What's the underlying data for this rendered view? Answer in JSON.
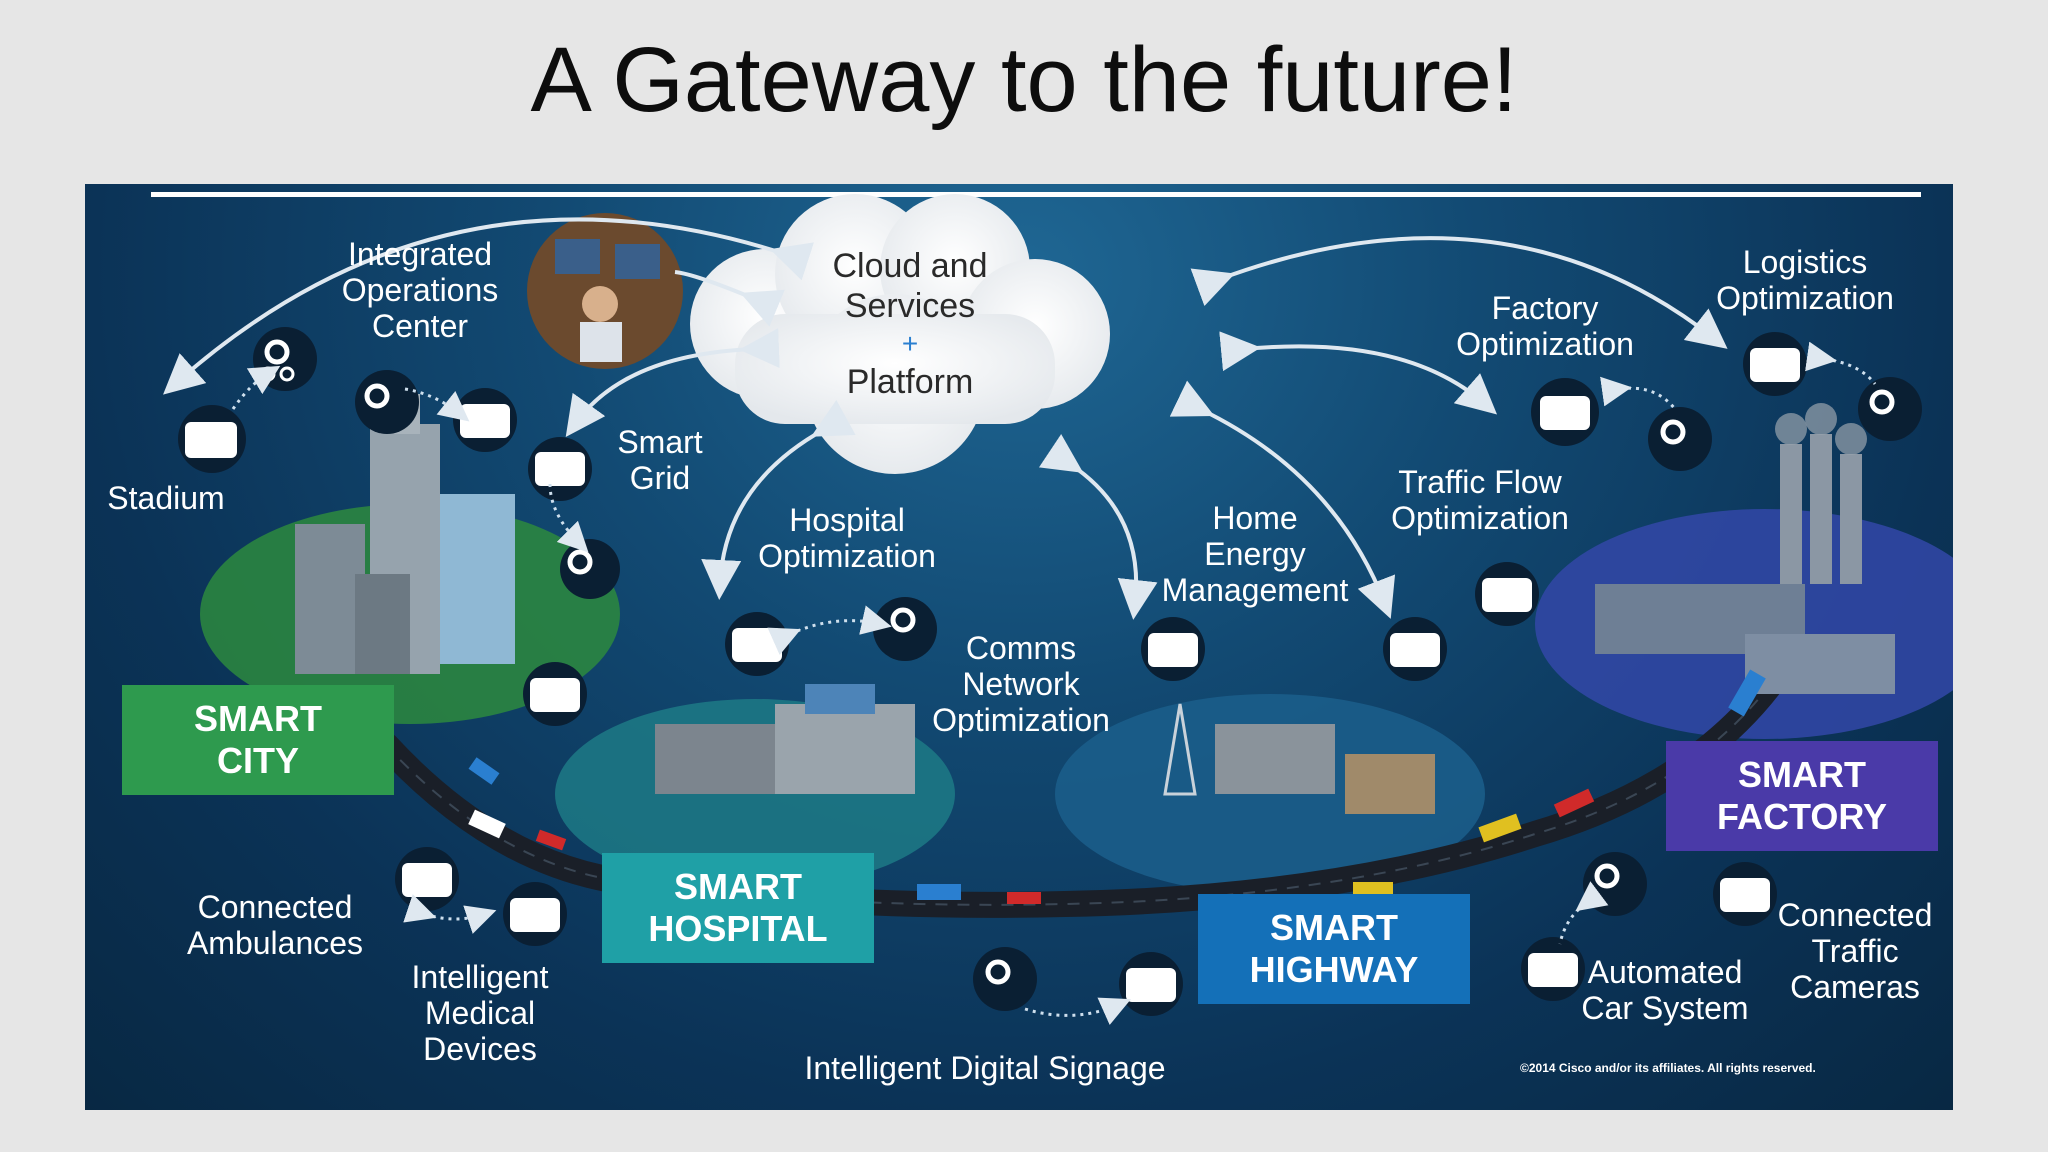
{
  "slide_title": "A Gateway to the future!",
  "cloud": {
    "line1": "Cloud and\nServices",
    "plus": "+",
    "line2": "Platform"
  },
  "zones": {
    "city": "SMART\nCITY",
    "hospital": "SMART\nHOSPITAL",
    "highway": "SMART\nHIGHWAY",
    "factory": "SMART\nFACTORY"
  },
  "labels": {
    "integrated_ops": "Integrated\nOperations\nCenter",
    "stadium": "Stadium",
    "smart_grid": "Smart\nGrid",
    "hospital_opt": "Hospital\nOptimization",
    "comms": "Comms\nNetwork\nOptimization",
    "home_energy": "Home\nEnergy\nManagement",
    "traffic_flow": "Traffic Flow\nOptimization",
    "factory_opt": "Factory\nOptimization",
    "logistics": "Logistics\nOptimization",
    "ambulances": "Connected\nAmbulances",
    "medical": "Intelligent\nMedical\nDevices",
    "signage": "Intelligent  Digital Signage",
    "car_system": "Automated\nCar System",
    "cameras": "Connected\nTraffic\nCameras"
  },
  "copyright": "©2014 Cisco and/or its affiliates. All rights reserved.",
  "colors": {
    "city": "#2e9a4e",
    "hospital": "#1fa0a6",
    "highway": "#1470b8",
    "factory": "#4a3aa8"
  }
}
